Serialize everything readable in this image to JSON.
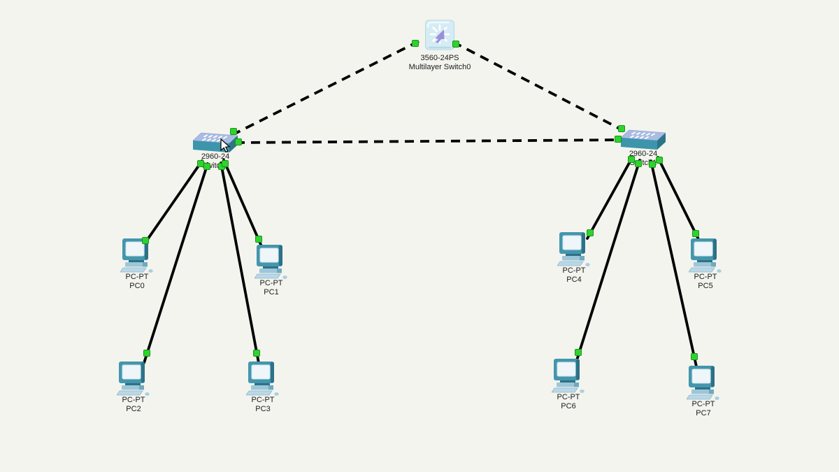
{
  "app": {
    "view": "network-topology-canvas"
  },
  "canvas": {
    "background_color": "#f3f4ee",
    "cable_color": "#000000",
    "link_up_indicator_color": "#2fd32f"
  },
  "devices": [
    {
      "id": "mls0",
      "kind": "multilayer-switch",
      "model": "3560-24PS",
      "name": "Multilayer Switch0"
    },
    {
      "id": "sw0",
      "kind": "switch",
      "model": "2960-24",
      "name": "Switch0"
    },
    {
      "id": "sw1",
      "kind": "switch",
      "model": "2960-24",
      "name": "Switch1"
    },
    {
      "id": "pc0",
      "kind": "pc",
      "model": "PC-PT",
      "name": "PC0"
    },
    {
      "id": "pc1",
      "kind": "pc",
      "model": "PC-PT",
      "name": "PC1"
    },
    {
      "id": "pc2",
      "kind": "pc",
      "model": "PC-PT",
      "name": "PC2"
    },
    {
      "id": "pc3",
      "kind": "pc",
      "model": "PC-PT",
      "name": "PC3"
    },
    {
      "id": "pc4",
      "kind": "pc",
      "model": "PC-PT",
      "name": "PC4"
    },
    {
      "id": "pc5",
      "kind": "pc",
      "model": "PC-PT",
      "name": "PC5"
    },
    {
      "id": "pc6",
      "kind": "pc",
      "model": "PC-PT",
      "name": "PC6"
    },
    {
      "id": "pc7",
      "kind": "pc",
      "model": "PC-PT",
      "name": "PC7"
    }
  ],
  "links": [
    {
      "from": "Multilayer Switch0",
      "to": "Switch0",
      "line_style": "dashed",
      "status": "up"
    },
    {
      "from": "Multilayer Switch0",
      "to": "Switch1",
      "line_style": "dashed",
      "status": "up"
    },
    {
      "from": "Switch0",
      "to": "Switch1",
      "line_style": "dashed",
      "status": "up"
    },
    {
      "from": "Switch0",
      "to": "PC0",
      "line_style": "solid",
      "status": "up"
    },
    {
      "from": "Switch0",
      "to": "PC1",
      "line_style": "solid",
      "status": "up"
    },
    {
      "from": "Switch0",
      "to": "PC2",
      "line_style": "solid",
      "status": "up"
    },
    {
      "from": "Switch0",
      "to": "PC3",
      "line_style": "solid",
      "status": "up"
    },
    {
      "from": "Switch1",
      "to": "PC4",
      "line_style": "solid",
      "status": "up"
    },
    {
      "from": "Switch1",
      "to": "PC5",
      "line_style": "solid",
      "status": "up"
    },
    {
      "from": "Switch1",
      "to": "PC6",
      "line_style": "solid",
      "status": "up"
    },
    {
      "from": "Switch1",
      "to": "PC7",
      "line_style": "solid",
      "status": "up"
    }
  ]
}
